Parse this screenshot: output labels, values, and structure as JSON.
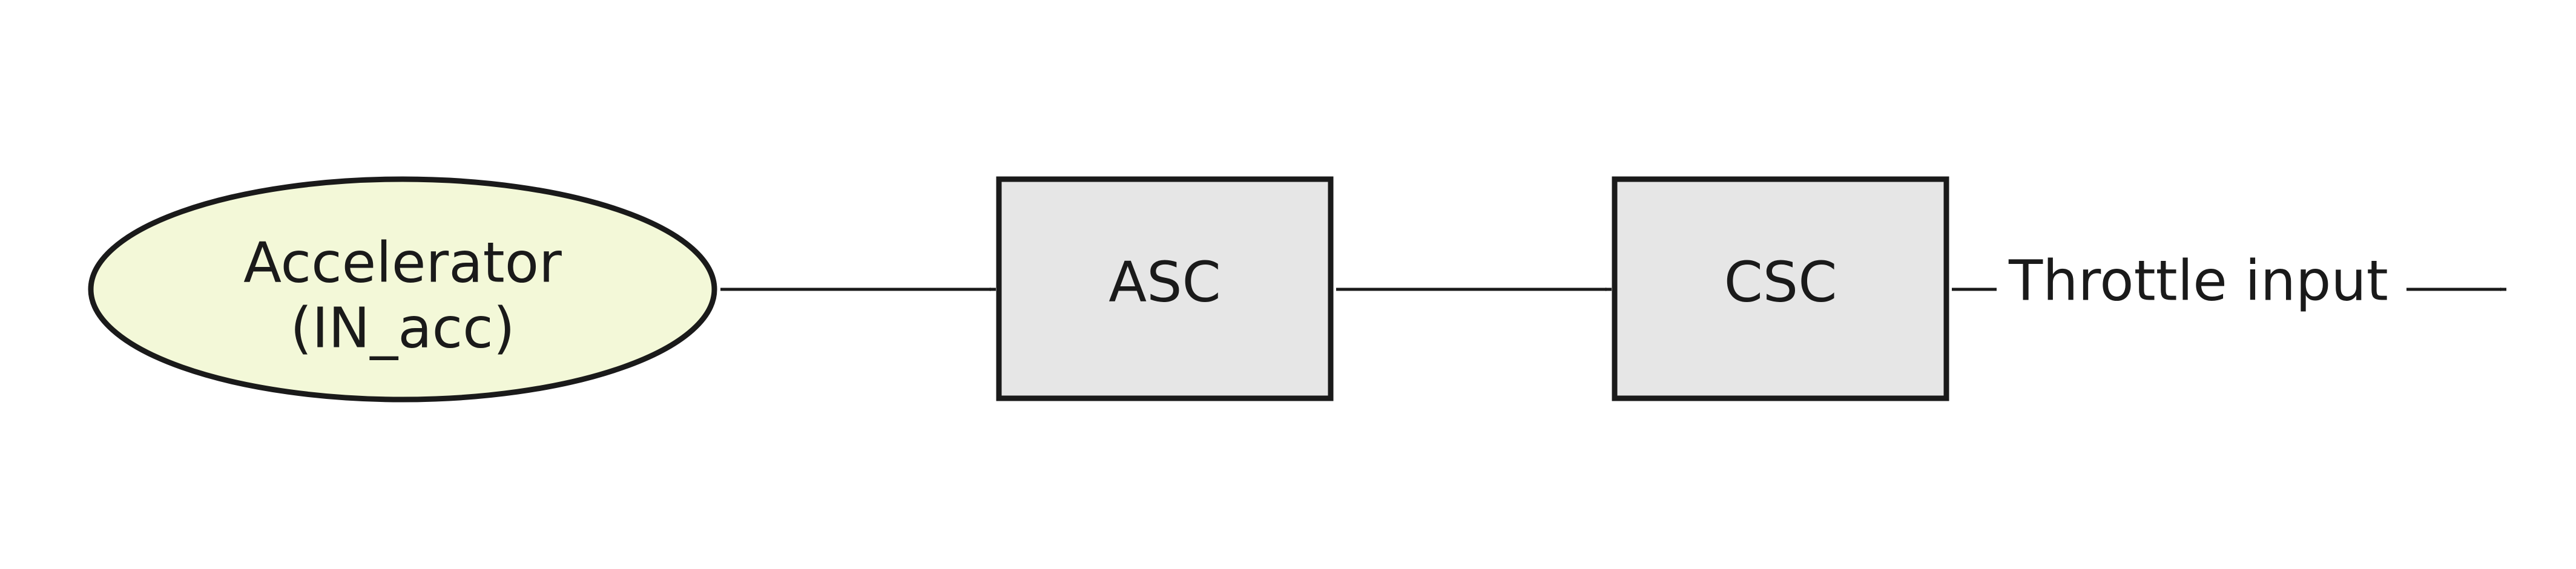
{
  "nodes": {
    "source": {
      "label_line1": "Accelerator",
      "label_line2": "(IN_acc)",
      "fill": "#f3f8d8"
    },
    "asc": {
      "label": "ASC",
      "fill": "#e6e6e6"
    },
    "csc": {
      "label": "CSC",
      "fill": "#e6e6e6"
    }
  },
  "output": {
    "label": "Throttle input"
  },
  "colors": {
    "stroke": "#1a1a1a"
  }
}
